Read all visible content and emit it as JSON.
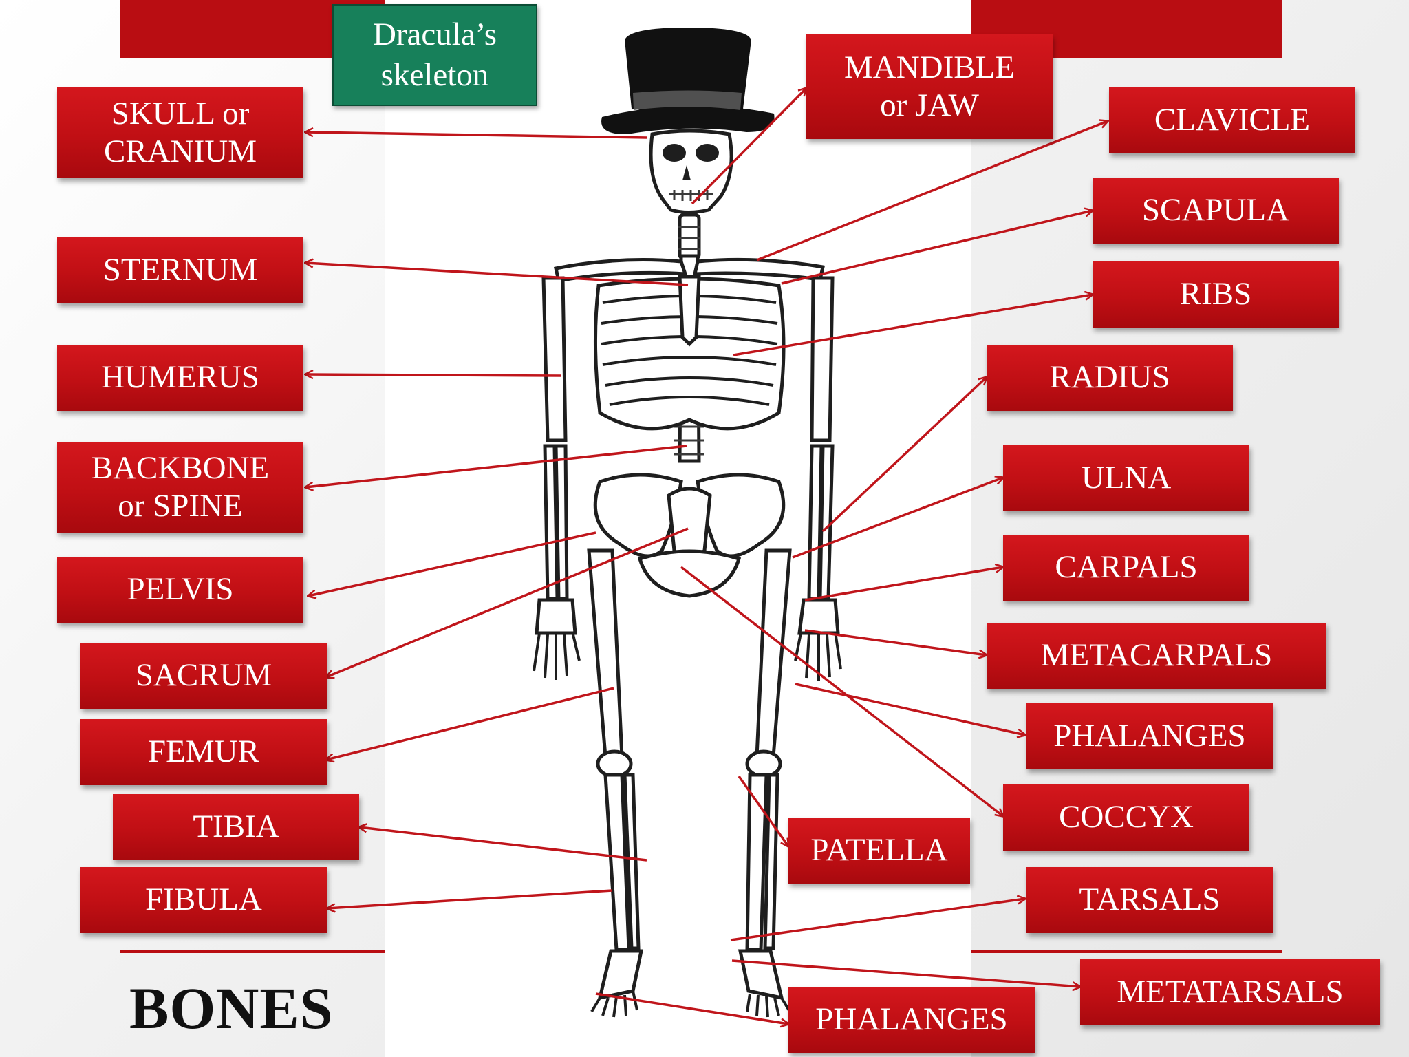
{
  "title_box": "Dracula’s\nskeleton",
  "heading": "BONES",
  "colors": {
    "label_fill": "#c8111a",
    "label_text": "#ffffff",
    "title_fill": "#17805a",
    "arrow": "#c0151b",
    "accent_bar": "#b90d12",
    "heading": "#111111"
  },
  "labels": {
    "skull": "SKULL or\nCRANIUM",
    "mandible": "MANDIBLE\nor JAW",
    "clavicle": "CLAVICLE",
    "scapula": "SCAPULA",
    "ribs": "RIBS",
    "sternum": "STERNUM",
    "humerus": "HUMERUS",
    "radius": "RADIUS",
    "backbone": "BACKBONE\nor SPINE",
    "ulna": "ULNA",
    "pelvis": "PELVIS",
    "carpals": "CARPALS",
    "sacrum": "SACRUM",
    "metacarpals": "METACARPALS",
    "femur": "FEMUR",
    "phalanges_hand": "PHALANGES",
    "tibia": "TIBIA",
    "coccyx": "COCCYX",
    "patella": "PATELLA",
    "fibula": "FIBULA",
    "tarsals": "TARSALS",
    "metatarsals": "METATARSALS",
    "phalanges_foot": "PHALANGES"
  }
}
